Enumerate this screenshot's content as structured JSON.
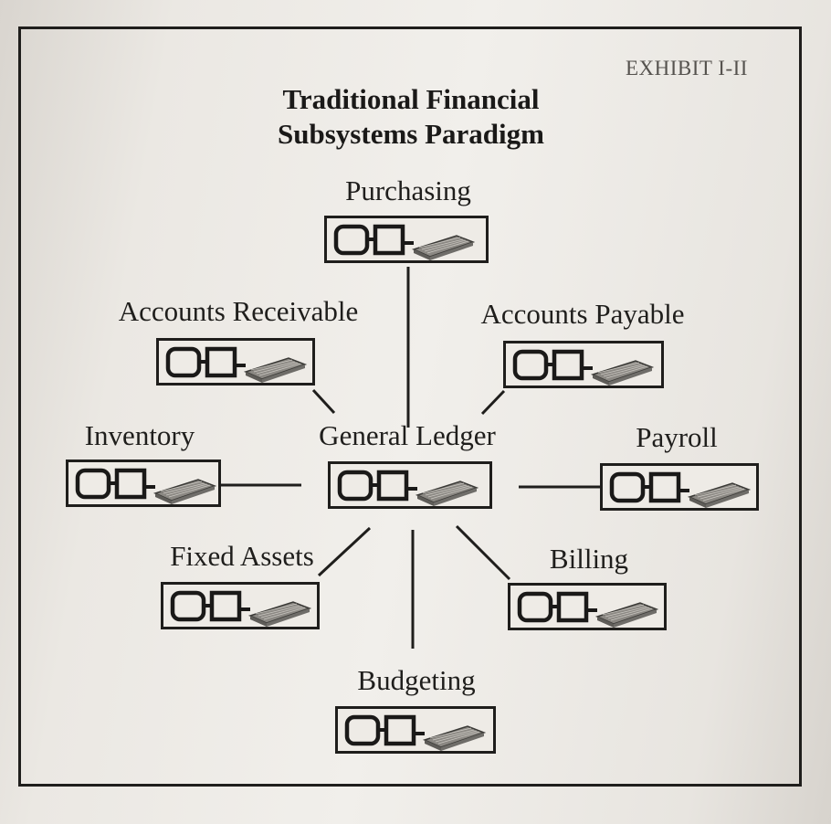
{
  "exhibit_label": "EXHIBIT I-II",
  "title_line1": "Traditional Financial",
  "title_line2": "Subsystems Paradigm",
  "nodes": {
    "purchasing": "Purchasing",
    "accounts_receivable": "Accounts Receivable",
    "accounts_payable": "Accounts Payable",
    "inventory": "Inventory",
    "general_ledger": "General Ledger",
    "payroll": "Payroll",
    "fixed_assets": "Fixed Assets",
    "billing": "Billing",
    "budgeting": "Budgeting"
  },
  "icon": "terminal-drive-storage-icon"
}
